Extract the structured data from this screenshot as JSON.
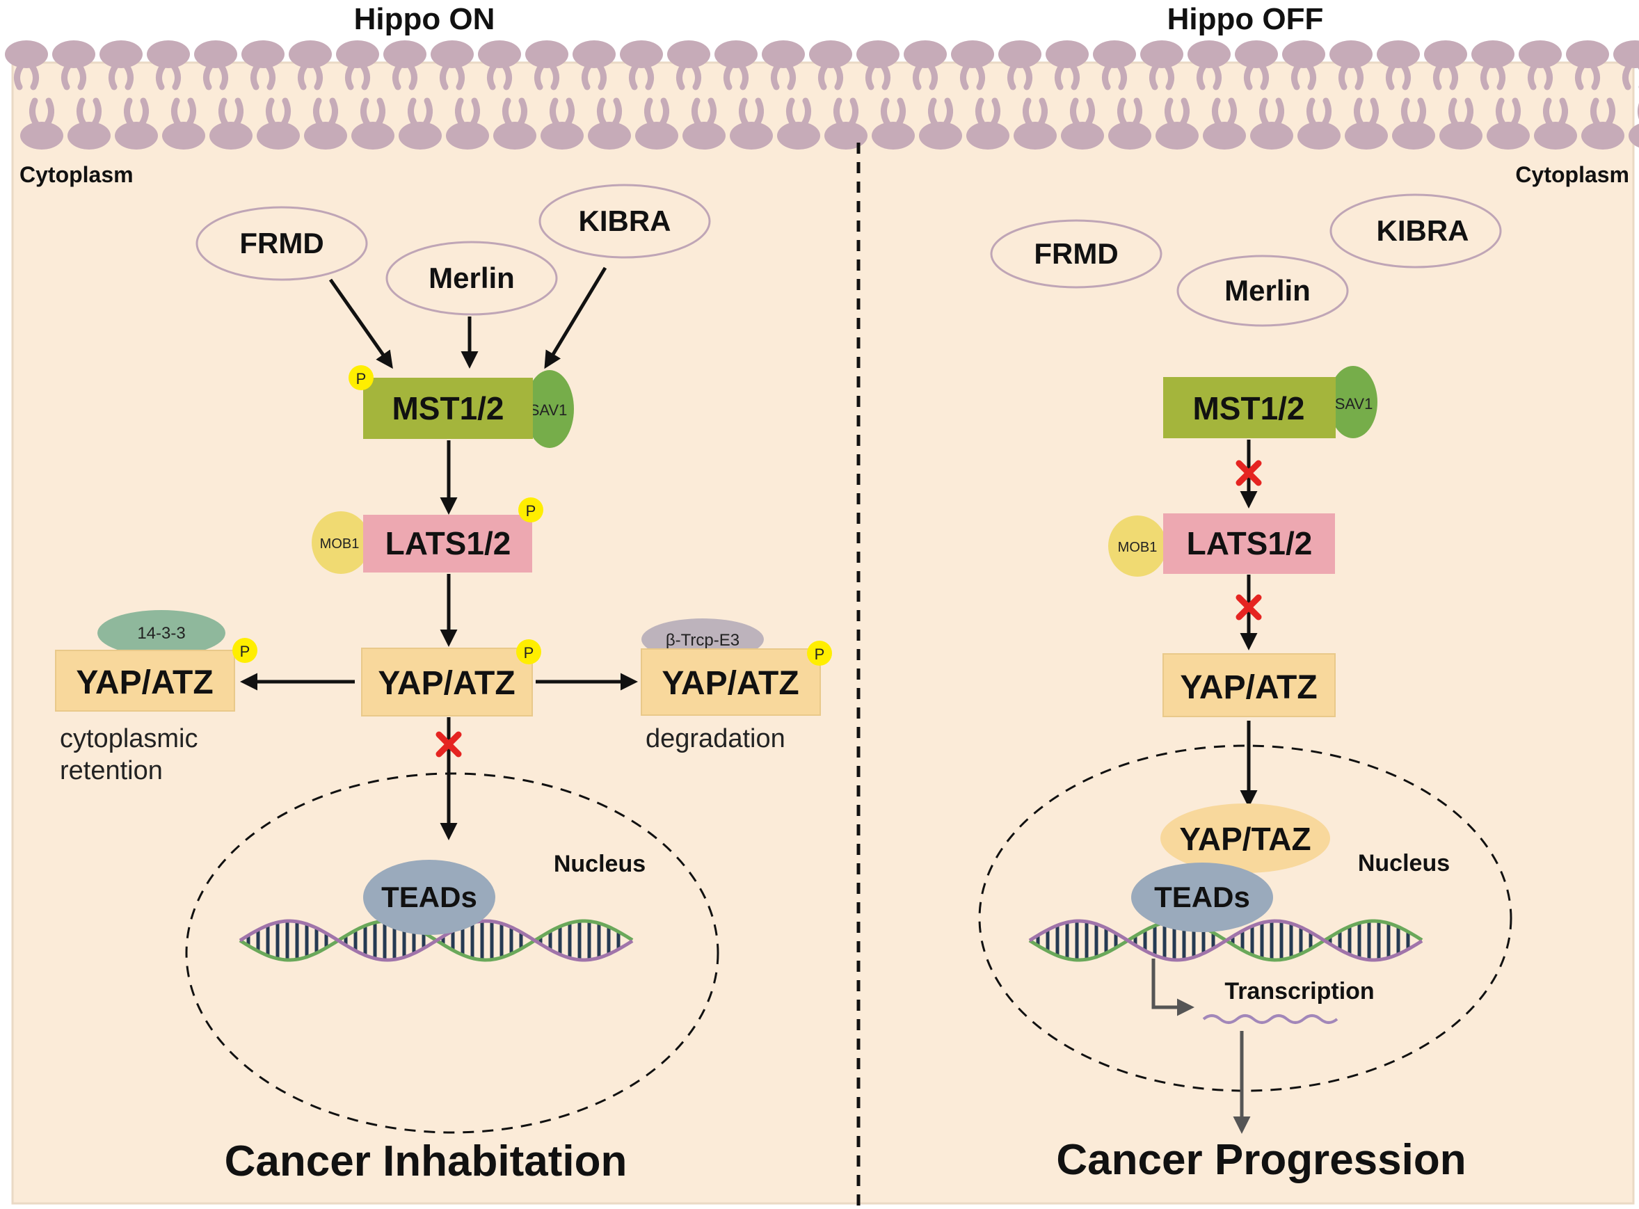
{
  "titles": {
    "left": "Hippo ON",
    "right": "Hippo OFF"
  },
  "compartments": {
    "cytoplasm_left": "Cytoplasm",
    "cytoplasm_right": "Cytoplasm",
    "nucleus_left": "Nucleus",
    "nucleus_right": "Nucleus"
  },
  "left": {
    "frmd": "FRMD",
    "merlin": "Merlin",
    "kibra": "KIBRA",
    "mst": "MST1/2",
    "sav": "SAV1",
    "mob": "MOB1",
    "lats": "LATS1/2",
    "yap_center": "YAP/ATZ",
    "yap_left": "YAP/ATZ",
    "yap_right": "YAP/ATZ",
    "p14": "14-3-3",
    "btrcp": "β-Trcp-E3",
    "cyto_ret_1": "cytoplasmic",
    "cyto_ret_2": "retention",
    "degradation": "degradation",
    "teads": "TEADs",
    "outcome": "Cancer Inhabitation"
  },
  "right": {
    "frmd": "FRMD",
    "merlin": "Merlin",
    "kibra": "KIBRA",
    "mst": "MST1/2",
    "sav": "SAV1",
    "mob": "MOB1",
    "lats": "LATS1/2",
    "yap": "YAP/ATZ",
    "yaptaz": "YAP/TAZ",
    "teads": "TEADs",
    "transcription": "Transcription",
    "outcome": "Cancer Progression"
  },
  "phospho": "P",
  "colors": {
    "background": "#fbebd8",
    "membrane": "#c6abb8",
    "mst": "#a4b53c",
    "sav": "#76ad4a",
    "lats": "#eda8b1",
    "mob": "#f0da72",
    "yap": "#f8d89c",
    "p_badge": "#ffee00",
    "p14": "#8fb89c",
    "btrcp": "#bdb3bc",
    "teads": "#9aaabc",
    "inhibit": "#e52421",
    "dna_a": "#6aa85a",
    "dna_b": "#a074aa",
    "rungs": "#253a52"
  }
}
